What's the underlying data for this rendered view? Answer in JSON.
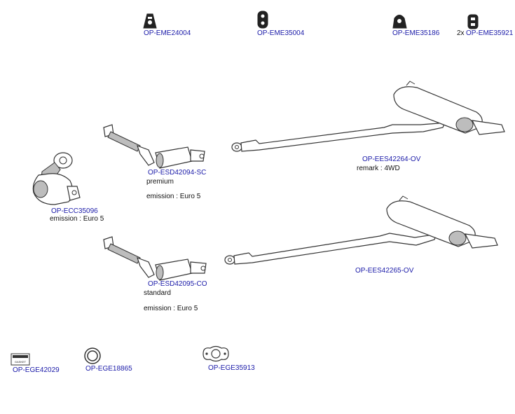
{
  "parts": [
    {
      "id": "eme24004",
      "code": "OP-EME24004",
      "icon": "rubber-hanger-a-icon"
    },
    {
      "id": "eme35004",
      "code": "OP-EME35004",
      "icon": "rubber-hanger-8-icon"
    },
    {
      "id": "eme35186",
      "code": "OP-EME35186",
      "icon": "rubber-mount-icon"
    },
    {
      "id": "eme35921",
      "code": "OP-EME35921",
      "qty": "2x",
      "icon": "rubber-ring-icon"
    },
    {
      "id": "ees42264",
      "code": "OP-EES42264-OV",
      "remark": "remark : 4WD",
      "icon": "rear-silencer-icon"
    },
    {
      "id": "esd42094",
      "code": "OP-ESD42094-SC",
      "notes": [
        "premium",
        "emission : Euro 5"
      ],
      "icon": "dpf-front-pipe-icon"
    },
    {
      "id": "ecc35096",
      "code": "OP-ECC35096",
      "notes": [
        "emission : Euro 5"
      ],
      "icon": "catalytic-converter-icon"
    },
    {
      "id": "ees42265",
      "code": "OP-EES42265-OV",
      "icon": "rear-silencer-icon"
    },
    {
      "id": "esd42095",
      "code": "OP-ESD42095-CO",
      "notes": [
        "standard",
        "emission : Euro 5"
      ],
      "icon": "dpf-front-pipe-icon"
    },
    {
      "id": "ege42029",
      "code": "OP-EGE42029",
      "label": "GASKET",
      "icon": "gasket-kit-icon"
    },
    {
      "id": "ege18865",
      "code": "OP-EGE18865",
      "icon": "ring-gasket-icon"
    },
    {
      "id": "ege35913",
      "code": "OP-EGE35913",
      "icon": "flange-gasket-icon"
    }
  ]
}
